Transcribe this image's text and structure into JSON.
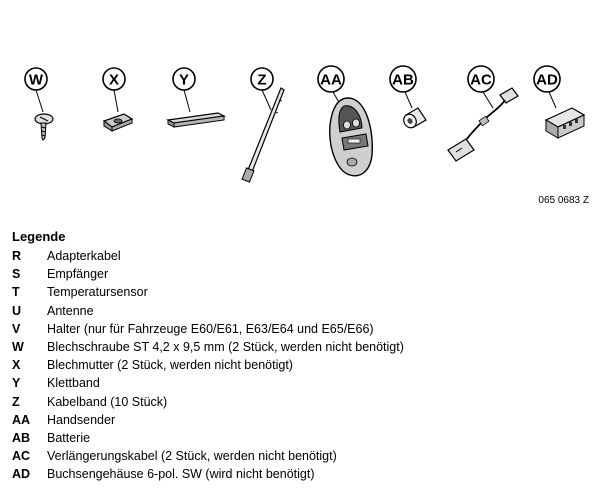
{
  "figure": {
    "callouts": [
      "W",
      "X",
      "Y",
      "Z",
      "AA",
      "AB",
      "AC",
      "AD"
    ],
    "code": "065 0683 Z"
  },
  "legend": {
    "title": "Legende",
    "items": [
      {
        "key": "R",
        "text": "Adapterkabel"
      },
      {
        "key": "S",
        "text": "Empfänger"
      },
      {
        "key": "T",
        "text": "Temperatursensor"
      },
      {
        "key": "U",
        "text": "Antenne"
      },
      {
        "key": "V",
        "text": "Halter (nur für Fahrzeuge E60/E61, E63/E64 und E65/E66)"
      },
      {
        "key": "W",
        "text": "Blechschraube ST 4,2 x 9,5 mm (2 Stück, werden nicht benötigt)"
      },
      {
        "key": "X",
        "text": "Blechmutter (2 Stück, werden nicht benötigt)"
      },
      {
        "key": "Y",
        "text": "Klettband"
      },
      {
        "key": "Z",
        "text": "Kabelband (10 Stück)"
      },
      {
        "key": "AA",
        "text": "Handsender"
      },
      {
        "key": "AB",
        "text": "Batterie"
      },
      {
        "key": "AC",
        "text": "Verlängerungskabel (2 Stück, werden nicht benötigt)"
      },
      {
        "key": "AD",
        "text": "Buchsengehäuse 6-pol. SW (wird nicht benötigt)"
      }
    ]
  }
}
